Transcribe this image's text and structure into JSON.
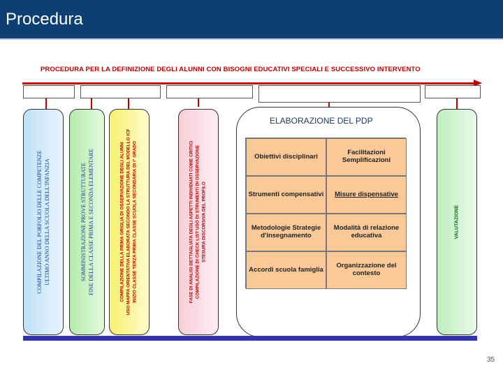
{
  "header": {
    "title": "Procedura"
  },
  "diagram": {
    "title": "PROCEDURA PER LA DEFINIZIONE DEGLI ALUNNI CON BISOGNI EDUCATIVI SPECIALI E SUCCESSIVO INTERVENTO"
  },
  "columns": {
    "col1": [
      "COMPILAZIONE DEL PORFOLIO DELLE COMPETENZE",
      "ULTIMO ANNO DELLA SCUOLA DELL'INFANZIA"
    ],
    "col2": [
      "SOMMINISTRAZIONE  PROVE STRUTTURATE",
      "FINE DELLA CLASSE PRIMA E SECONDA ELEMENTARE"
    ],
    "col3": [
      "COMPILAZIONE  DELLA PRIMA GRIGLIA DI OSSERVAZIONE DEGLI ALUNNI",
      "USO MAPPA ORIENTATIVA ELABORATA SECONDO LA STRUTTURA DEL MODELLO ICF",
      "INIZIO CLASSE TERZA PRIMA CLASSE SCUOLA SECONDARIA DI I° GRADO"
    ],
    "col4": [
      "FASE DI ANALISI DETTAGLIATA DEGLI  ASPETTI INDIVIDUATI COME CRITICI",
      "COMPILAZIONE  DI CHECK LIST  USO  DI STRUMENTI DI OSSERVAZIONE",
      "STESURA DISCORSIVA DEL PROFILO"
    ],
    "col5": [
      "VALUTAZIONE"
    ]
  },
  "pdp": {
    "title": "ELABORAZIONE DEL PDP",
    "cells": [
      "Obiettivi disciplinari",
      "Facilitazioni Semplificazioni",
      "Strumenti compensativi",
      "Misure dispensative",
      "Metodologie Strategie d'insegnamento",
      "Modalità di relazione educativa",
      "Accordi scuola famiglia",
      "Organizzazione del contesto"
    ]
  },
  "footer": {
    "page_number": "35"
  },
  "colors": {
    "header_bg": "#0d3f73",
    "accent_red": "#c00000",
    "col1_bg": "#d7ecfb",
    "col2_bg": "#ccf2c4",
    "col3_bg": "#fbf7a0",
    "col4_bg": "#fbe3ea",
    "col5_bg": "#d6f3d6",
    "cell_bg": "#fbc898",
    "base_bar": "#3333aa"
  }
}
